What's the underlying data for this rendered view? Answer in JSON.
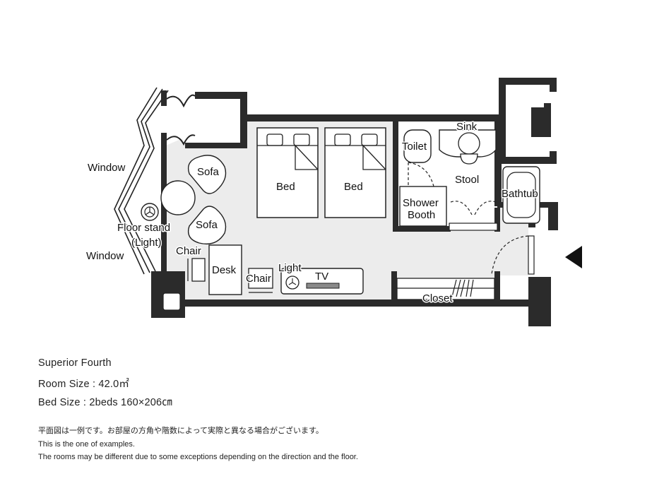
{
  "plan": {
    "labels": {
      "window_top": "Window",
      "window_bottom": "Window",
      "sofa_top": "Sofa",
      "sofa_bottom": "Sofa",
      "floor_stand": "Floor stand",
      "floor_stand_sub": "(Light)",
      "chair_left": "Chair",
      "desk": "Desk",
      "chair_right": "Chair",
      "light": "Light",
      "tv": "TV",
      "bed_left": "Bed",
      "bed_right": "Bed",
      "toilet": "Toilet",
      "sink": "Sink",
      "stool": "Stool",
      "shower": "Shower",
      "booth": "Booth",
      "bathtub": "Bathtub",
      "closet": "Closet"
    },
    "colors": {
      "wall": "#2b2b2b",
      "floor": "#ececec",
      "line": "#222222",
      "background": "#ffffff"
    },
    "entrance_icon": "entrance-arrow-icon"
  },
  "info": {
    "room_name": "Superior Fourth",
    "room_size": "Room Size : 42.0㎡",
    "bed_size": "Bed Size : 2beds 160×206㎝"
  },
  "notes": {
    "jp": "平面図は一例です。お部屋の方角や階数によって実際と異なる場合がございます。",
    "en1": "This is the one of examples.",
    "en2": "The rooms may be different due to some exceptions depending on the direction and the floor."
  }
}
